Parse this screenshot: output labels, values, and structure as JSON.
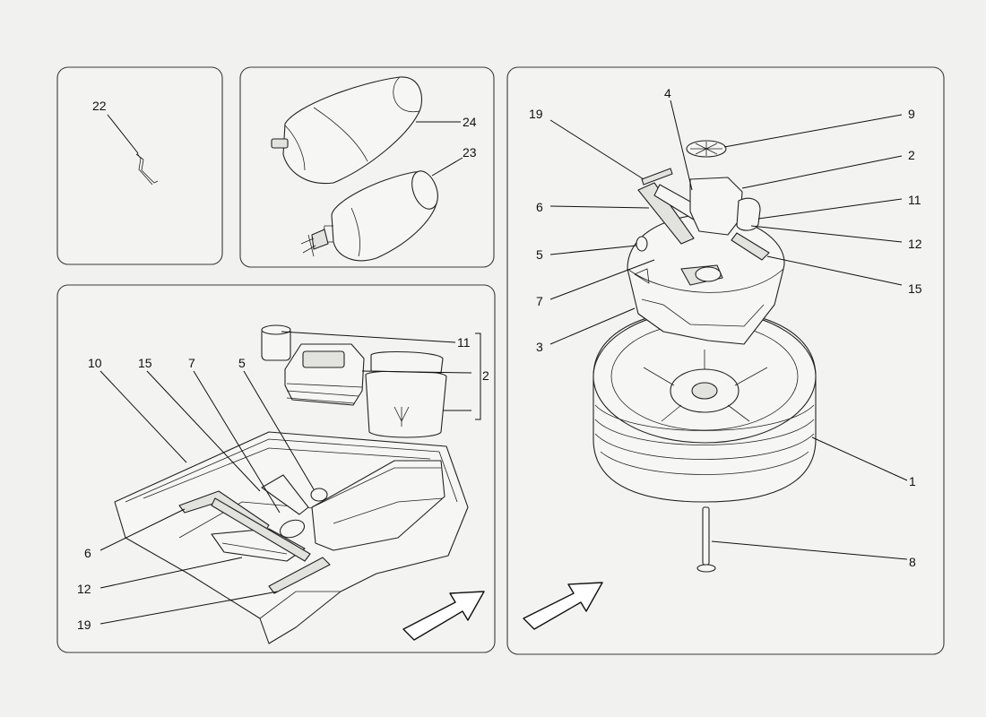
{
  "callouts": {
    "p1_22": "22",
    "p2_24": "24",
    "p2_23": "23",
    "p3_10": "10",
    "p3_15": "15",
    "p3_7": "7",
    "p3_5": "5",
    "p3_11": "11",
    "p3_2": "2",
    "p3_6": "6",
    "p3_12": "12",
    "p3_19": "19",
    "p4_19": "19",
    "p4_4": "4",
    "p4_9": "9",
    "p4_2": "2",
    "p4_6": "6",
    "p4_11": "11",
    "p4_5": "5",
    "p4_12": "12",
    "p4_15": "15",
    "p4_7": "7",
    "p4_3": "3",
    "p4_1": "1",
    "p4_8": "8"
  },
  "icons": {
    "direction_arrow": "direction-arrow-icon",
    "brand_emblem": "trident-emblem-icon"
  }
}
